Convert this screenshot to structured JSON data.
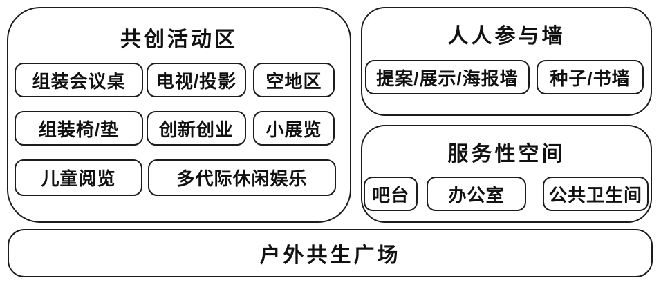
{
  "page": {
    "background": "#ffffff",
    "border_color": "#1c1c1c",
    "text_color": "#111111"
  },
  "zones": {
    "co_creation": {
      "title": "共创活动区",
      "rows": [
        [
          "组装会议桌",
          "电视/投影",
          "空地区"
        ],
        [
          "组装椅/垫",
          "创新创业",
          "小展览"
        ],
        [
          "儿童阅览",
          "多代际休闲娱乐"
        ]
      ]
    },
    "participation_wall": {
      "title": "人人参与墙",
      "items": [
        "提案/展示/海报墙",
        "种子/书墙"
      ]
    },
    "service_space": {
      "title": "服务性空间",
      "items": [
        "吧台",
        "办公室",
        "公共卫生间"
      ]
    },
    "outdoor_plaza": {
      "title": "户外共生广场"
    }
  }
}
